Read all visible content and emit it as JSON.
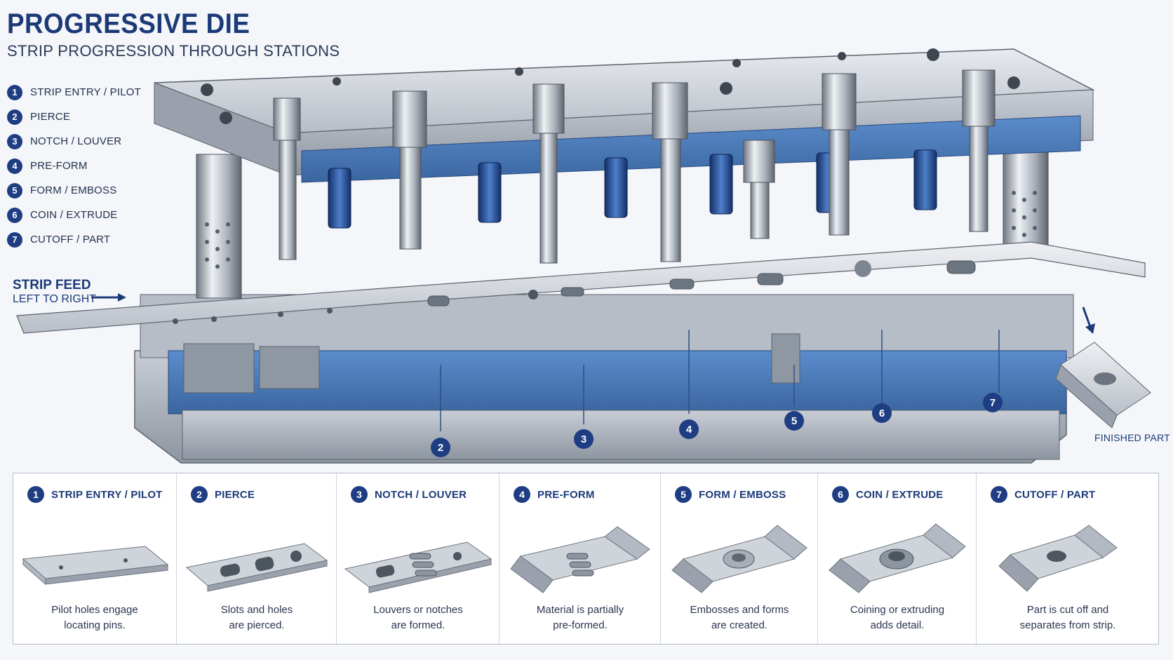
{
  "header": {
    "title": "PROGRESSIVE DIE",
    "subtitle": "STRIP PROGRESSION THROUGH STATIONS"
  },
  "stations": [
    {
      "num": "1",
      "label": "STRIP ENTRY / PILOT"
    },
    {
      "num": "2",
      "label": "PIERCE"
    },
    {
      "num": "3",
      "label": "NOTCH / LOUVER"
    },
    {
      "num": "4",
      "label": "PRE-FORM"
    },
    {
      "num": "5",
      "label": "FORM / EMBOSS"
    },
    {
      "num": "6",
      "label": "COIN / EXTRUDE"
    },
    {
      "num": "7",
      "label": "CUTOFF / PART"
    }
  ],
  "feed": {
    "title": "STRIP FEED",
    "subtitle": "LEFT TO RIGHT",
    "arrow_icon": "arrow-right-icon"
  },
  "finished_label": "FINISHED PART",
  "steps": [
    {
      "num": "1",
      "title": "STRIP ENTRY / PILOT",
      "caption_line1": "Pilot holes engage",
      "caption_line2": "locating pins."
    },
    {
      "num": "2",
      "title": "PIERCE",
      "caption_line1": "Slots and holes",
      "caption_line2": "are pierced."
    },
    {
      "num": "3",
      "title": "NOTCH / LOUVER",
      "caption_line1": "Louvers or notches",
      "caption_line2": "are formed."
    },
    {
      "num": "4",
      "title": "PRE-FORM",
      "caption_line1": "Material is partially",
      "caption_line2": "pre-formed."
    },
    {
      "num": "5",
      "title": "FORM / EMBOSS",
      "caption_line1": "Embosses and forms",
      "caption_line2": "are created."
    },
    {
      "num": "6",
      "title": "COIN / EXTRUDE",
      "caption_line1": "Coining or extruding",
      "caption_line2": "adds detail."
    },
    {
      "num": "7",
      "title": "CUTOFF / PART",
      "caption_line1": "Part is cut off and",
      "caption_line2": "separates from strip."
    }
  ],
  "colors": {
    "brand_navy": "#1c3a78",
    "badge_fill": "#1f3d82",
    "die_blue": "#4a78b8",
    "steel_light": "#d2d7de",
    "steel_mid": "#a7aeb8",
    "steel_dark": "#6c7480"
  }
}
